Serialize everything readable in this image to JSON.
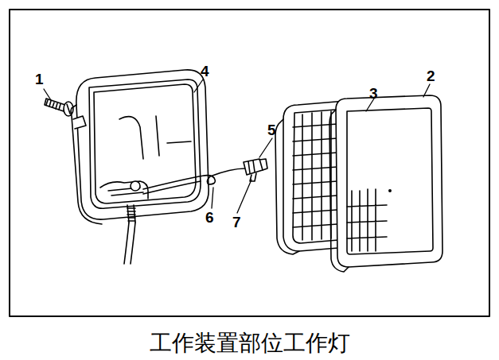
{
  "diagram": {
    "caption": "工作装置部位工作灯",
    "labels": [
      "1",
      "2",
      "3",
      "4",
      "5",
      "6",
      "7"
    ]
  }
}
